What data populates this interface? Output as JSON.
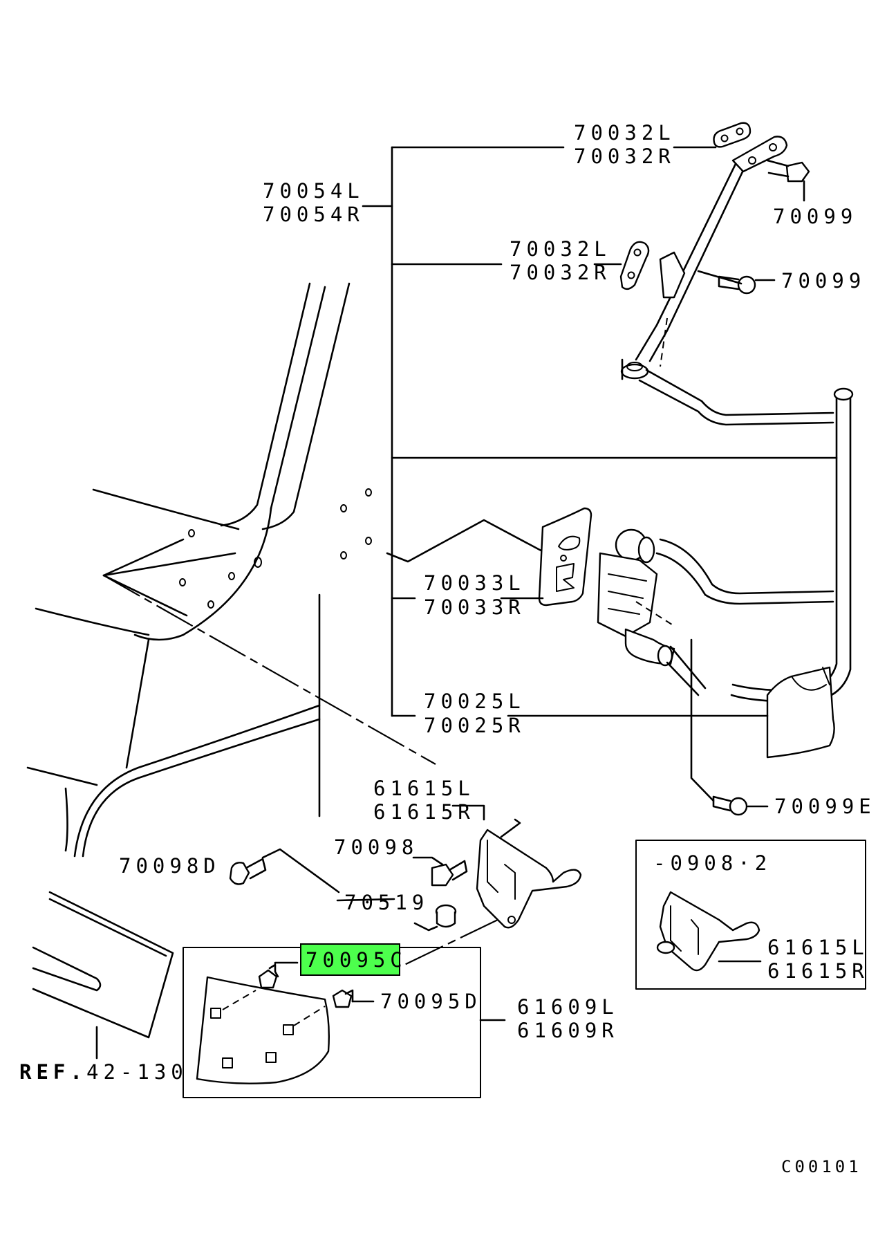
{
  "labels": {
    "l_70032_top_a": "70032L",
    "l_70032_top_b": "70032R",
    "l_70054_a": "70054L",
    "l_70054_b": "70054R",
    "l_70099_top": "70099",
    "l_70032_mid_a": "70032L",
    "l_70032_mid_b": "70032R",
    "l_70099_mid": "70099",
    "l_70033_a": "70033L",
    "l_70033_b": "70033R",
    "l_70025_a": "70025L",
    "l_70025_b": "70025R",
    "l_70099e": "70099E",
    "l_61615_a": "61615L",
    "l_61615_b": "61615R",
    "l_70098": "70098",
    "l_70098d": "70098D",
    "l_70519": "70519",
    "l_70095c": "70095C",
    "l_70095d": "70095D",
    "l_61609_a": "61609L",
    "l_61609_b": "61609R",
    "l_ref_prefix": "REF.",
    "l_ref_num": "42-130",
    "l_inset_code": "-0908·2",
    "l_inset_61615_a": "61615L",
    "l_inset_61615_b": "61615R",
    "l_diagram_code": "C00101"
  },
  "highlight": {
    "part": "70095C",
    "color": "#4dff4d"
  }
}
